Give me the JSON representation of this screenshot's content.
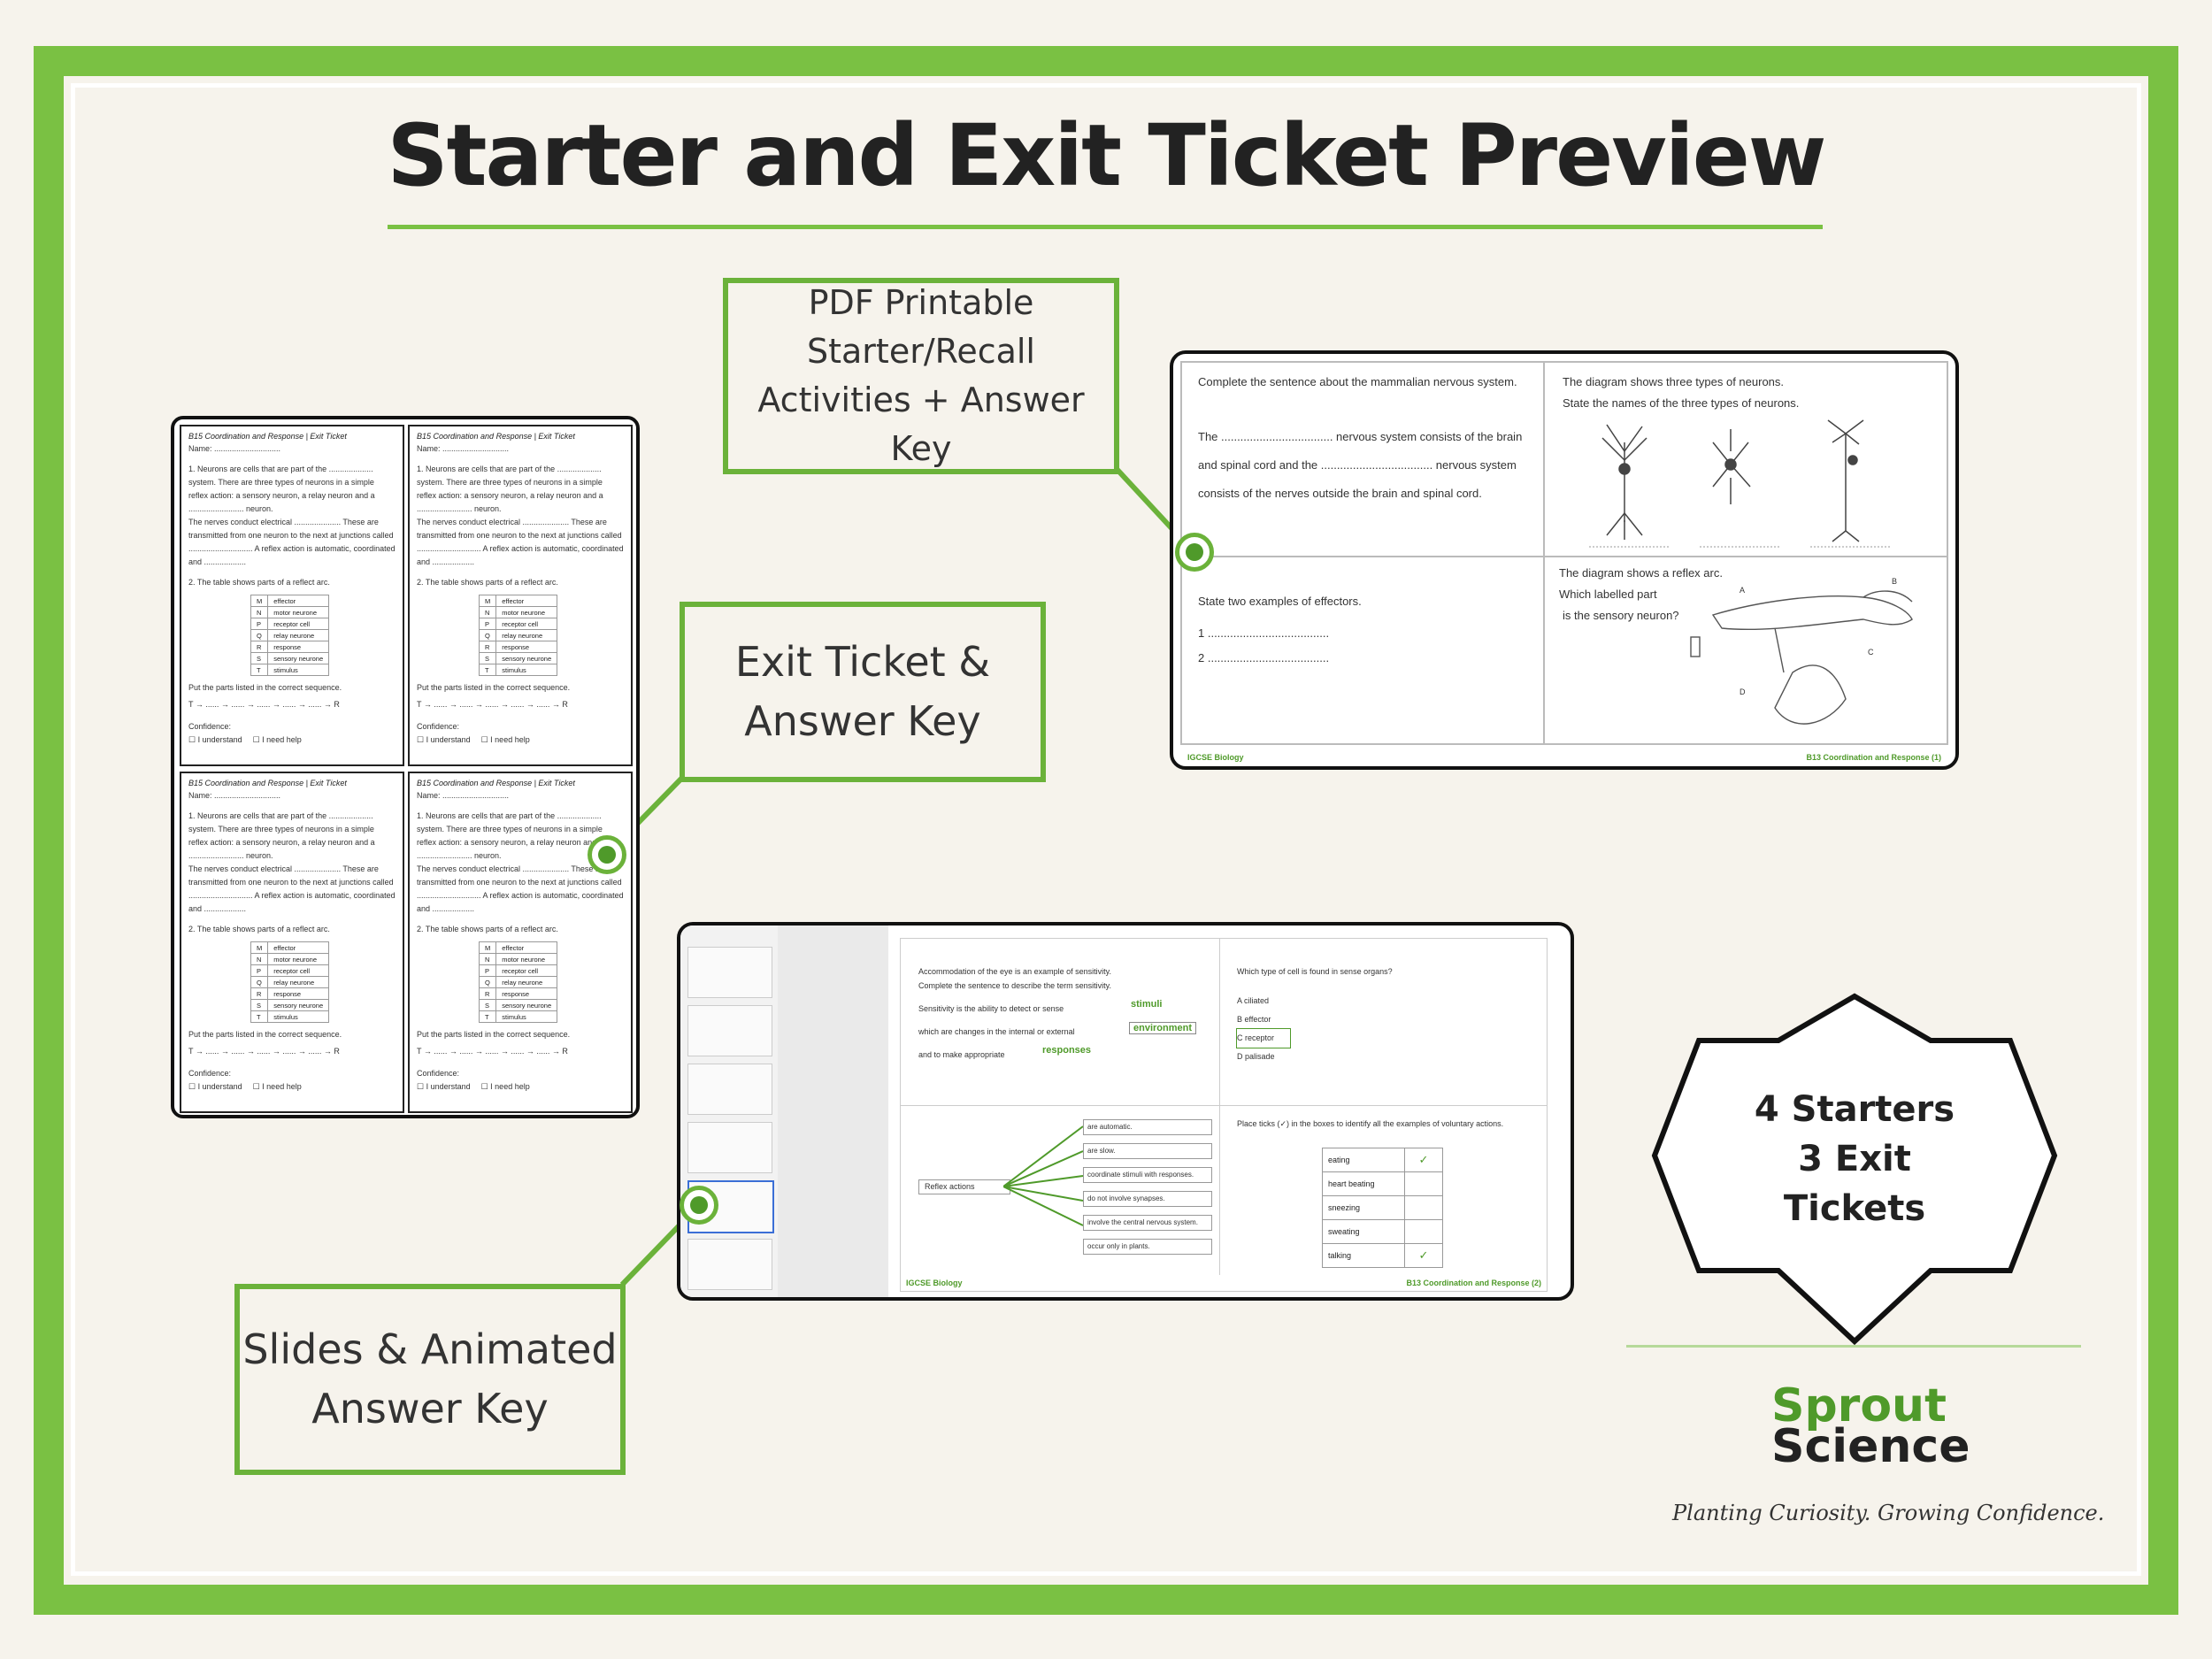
{
  "title": "Starter and Exit Ticket Preview",
  "labels": {
    "pdf_line1": "PDF Printable",
    "pdf_line2": "Starter/Recall",
    "pdf_line3": "Activities + Answer Key",
    "exit_line1": "Exit Ticket &",
    "exit_line2": "Answer Key",
    "slides_line1": "Slides & Animated",
    "slides_line2": "Answer Key"
  },
  "badge": {
    "line1": "4 Starters",
    "line2": "3 Exit",
    "line3": "Tickets"
  },
  "brand": {
    "sprout": "Sprout",
    "science": "Science",
    "tagline": "Planting Curiosity. Growing Confidence."
  },
  "colors": {
    "accent": "#7ac143",
    "accent_dark": "#4f9a2a",
    "background": "#f6f3ec",
    "text": "#222222"
  },
  "exit_ticket": {
    "header": "B15 Coordination and Response | Exit Ticket",
    "name": "Name: ..............................",
    "q1": "1. Neurons are cells that are part of the .................... system. There are three types of neurons in a simple reflex action: a sensory neuron, a relay neuron and a ......................... neuron.",
    "q1b": "The nerves conduct electrical ..................... These are transmitted from one neuron to the next at junctions called ............................. A reflex action is automatic, coordinated and ...................",
    "q2": "2. The table shows parts of a reflect arc.",
    "table": [
      [
        "M",
        "effector"
      ],
      [
        "N",
        "motor neurone"
      ],
      [
        "P",
        "receptor cell"
      ],
      [
        "Q",
        "relay neurone"
      ],
      [
        "R",
        "response"
      ],
      [
        "S",
        "sensory neurone"
      ],
      [
        "T",
        "stimulus"
      ]
    ],
    "sequence_prompt": "Put the parts listed in the correct sequence.",
    "sequence": "T → ...... → ...... → ...... → ...... → ...... → R",
    "confidence": "Confidence:",
    "opt1": "☐ I understand",
    "opt2": "☐ I need help"
  },
  "pdf_sheet": {
    "q1_title": "Complete the sentence about the mammalian nervous system.",
    "q1_line1": "The ................................... nervous system consists of the brain",
    "q1_line2": "and spinal cord and the ................................... nervous system",
    "q1_line3": "consists of the nerves outside the brain and spinal cord.",
    "q2_title": "The diagram shows three types of neurons.",
    "q2_sub": "State the names of the three types of neurons.",
    "q3_title": "State two examples of effectors.",
    "q3_a": "1 ......................................",
    "q3_b": "2 ......................................",
    "q4_title": "The diagram shows a reflex arc.",
    "q4_sub1": "Which labelled part",
    "q4_sub2": "is the sensory neuron?",
    "footer_left": "IGCSE Biology",
    "footer_right": "B13 Coordination and Response (1)"
  },
  "slide": {
    "q1_l1": "Accommodation of the eye is an example of sensitivity.",
    "q1_l2": "Complete the sentence to describe the term sensitivity.",
    "q1_l3": "Sensitivity is the ability to detect or sense",
    "q1_ans1": "stimuli",
    "q1_l4": "which are changes in the internal or external",
    "q1_ans2": "environment",
    "q1_l5": "and to make appropriate",
    "q1_ans3": "responses",
    "q2_title": "Which type of cell is found in sense organs?",
    "q2_opts": [
      "A  ciliated",
      "B  effector",
      "C  receptor",
      "D  palisade"
    ],
    "q3_root": "Reflex actions",
    "q3_opts": [
      "are automatic.",
      "are slow.",
      "coordinate stimuli with responses.",
      "do not involve synapses.",
      "involve the central nervous system.",
      "occur only in plants."
    ],
    "q4_title": "Place ticks (✓) in the boxes to identify all the examples of voluntary actions.",
    "q4_rows": [
      "eating",
      "heart beating",
      "sneezing",
      "sweating",
      "talking"
    ],
    "q4_ticks": [
      "✓",
      "",
      "",
      "",
      "✓"
    ],
    "footer_left": "IGCSE Biology",
    "footer_right": "B13 Coordination and Response (2)"
  }
}
